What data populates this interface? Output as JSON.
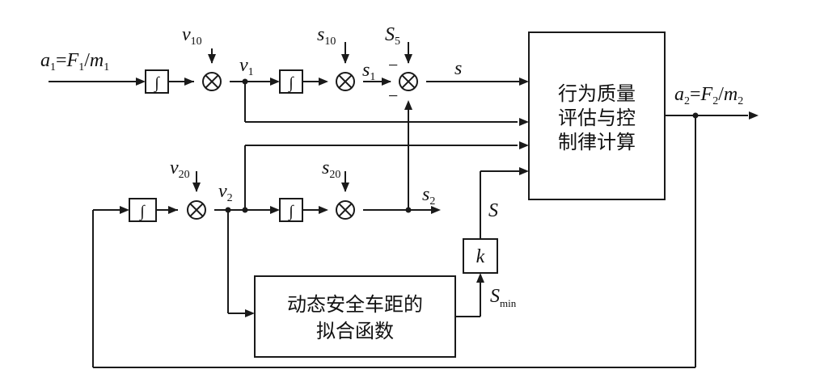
{
  "input_label": {
    "a": "a",
    "asub": "1",
    "eq": "=",
    "F": "F",
    "Fsub": "1",
    "slash": "/",
    "m": "m",
    "msub": "1"
  },
  "output_label": {
    "a": "a",
    "asub": "2",
    "eq": "=",
    "F": "F",
    "Fsub": "2",
    "slash": "/",
    "m": "m",
    "msub": "2"
  },
  "integrator_symbol": "∫",
  "labels": {
    "v10": {
      "main": "v",
      "sub": "10"
    },
    "v1": {
      "main": "v",
      "sub": "1"
    },
    "s10": {
      "main": "s",
      "sub": "10"
    },
    "s1": {
      "main": "s",
      "sub": "1"
    },
    "S5": {
      "main": "S",
      "sub": "5"
    },
    "s": {
      "main": "s"
    },
    "v20": {
      "main": "v",
      "sub": "20"
    },
    "v2": {
      "main": "v",
      "sub": "2"
    },
    "s20": {
      "main": "s",
      "sub": "20"
    },
    "s2": {
      "main": "s",
      "sub": "2"
    },
    "S": {
      "main": "S"
    },
    "Smin": {
      "main": "S",
      "sub": "min"
    }
  },
  "signs": {
    "minus": "−"
  },
  "blocks": {
    "evaluation": {
      "lines": [
        "行为质量",
        "评估与控",
        "制律计算"
      ]
    },
    "gain": {
      "label": "k"
    },
    "safety_distance": {
      "lines": [
        "动态安全车距的",
        "拟合函数"
      ]
    }
  }
}
